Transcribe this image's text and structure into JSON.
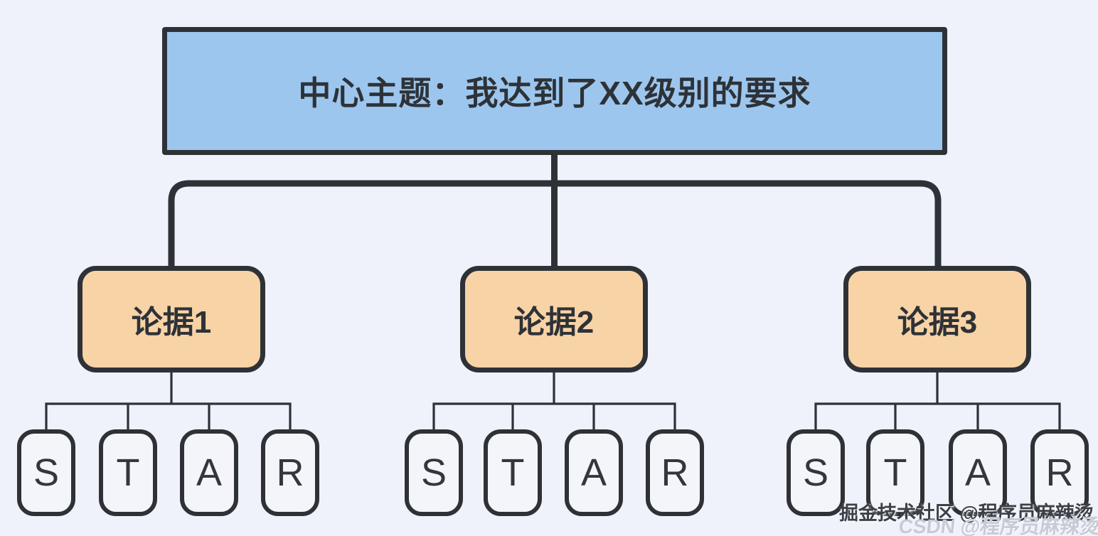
{
  "diagram": {
    "central_topic": "中心主题：我达到了XX级别的要求",
    "branches": [
      {
        "label": "论据1",
        "children": [
          "S",
          "T",
          "A",
          "R"
        ]
      },
      {
        "label": "论据2",
        "children": [
          "S",
          "T",
          "A",
          "R"
        ]
      },
      {
        "label": "论据3",
        "children": [
          "S",
          "T",
          "A",
          "R"
        ]
      }
    ]
  },
  "watermarks": {
    "juejin": "掘金技术社区 @程序员麻辣烫",
    "csdn": "CSDN @程序员麻辣烫"
  },
  "colors": {
    "background": "#eff2fa",
    "central_fill": "#9cc6ee",
    "branch_fill": "#f8d3a6",
    "leaf_fill": "#f3f5fb",
    "line": "#2e3237",
    "text": "#2e3237",
    "watermark_dark": "#3c4047",
    "watermark_light": "#c7cbd5"
  }
}
